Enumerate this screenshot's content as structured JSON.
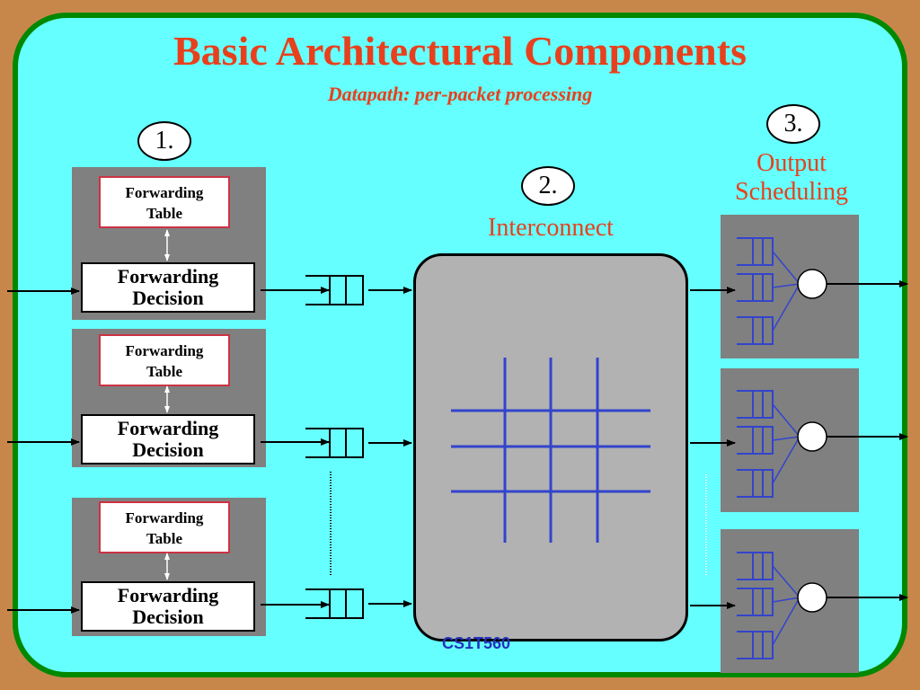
{
  "header": {
    "title": "Basic Architectural Components",
    "subtitle": "Datapath: per-packet processing"
  },
  "sections": {
    "lookup": {
      "number": "1."
    },
    "interconnect": {
      "number": "2.",
      "label": "Interconnect"
    },
    "output": {
      "number": "3.",
      "label_line1": "Output",
      "label_line2": "Scheduling"
    }
  },
  "line_cards": [
    {
      "table_line1": "Forwarding",
      "table_line2": "Table",
      "decision_line1": "Forwarding",
      "decision_line2": "Decision"
    },
    {
      "table_line1": "Forwarding",
      "table_line2": "Table",
      "decision_line1": "Forwarding",
      "decision_line2": "Decision"
    },
    {
      "table_line1": "Forwarding",
      "table_line2": "Table",
      "decision_line1": "Forwarding",
      "decision_line2": "Decision"
    }
  ],
  "footer": {
    "text": "CS1T560"
  },
  "colors": {
    "background": "#66ffff",
    "frame_border": "#008800",
    "title": "#e8401c",
    "block_gray": "#808080",
    "switch_fill": "#b2b2b2",
    "crossbar": "#3344cc",
    "table_border": "#cc3344"
  }
}
